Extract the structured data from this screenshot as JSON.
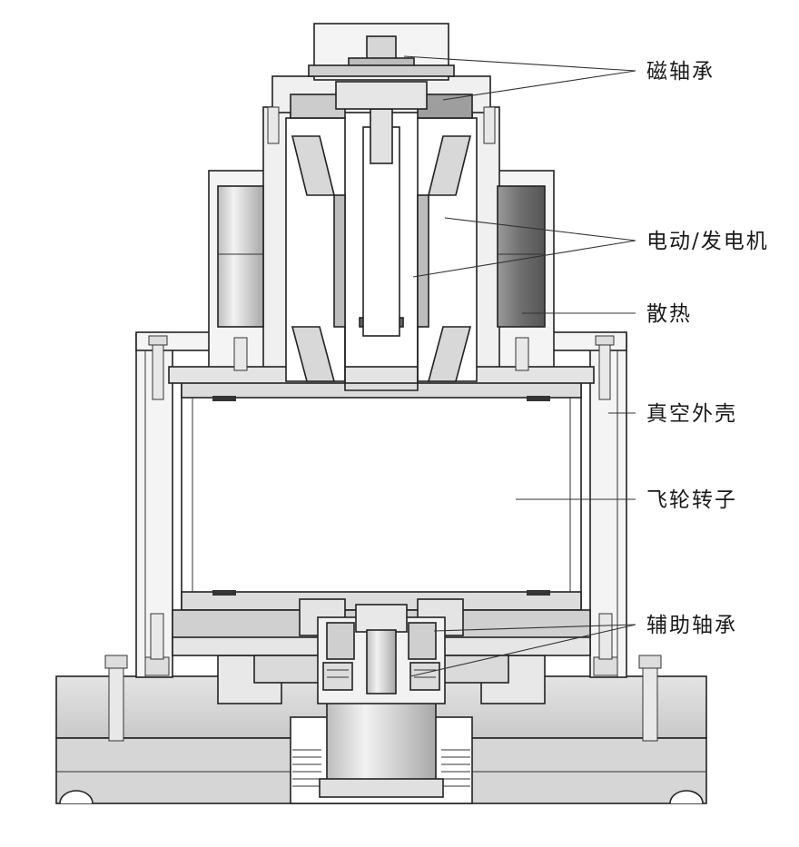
{
  "labels": {
    "magnetic_bearing": "磁轴承",
    "motor_generator": "电动/发电机",
    "heat_dissipation": "散热",
    "vacuum_housing": "真空外壳",
    "flywheel_rotor": "飞轮转子",
    "auxiliary_bearing": "辅助轴承"
  },
  "colors": {
    "line": "#222222",
    "part_fill": "#d4d4d4",
    "light_fill": "#efefef",
    "dark_fill": "#8c8c8c",
    "background": "#ffffff"
  }
}
